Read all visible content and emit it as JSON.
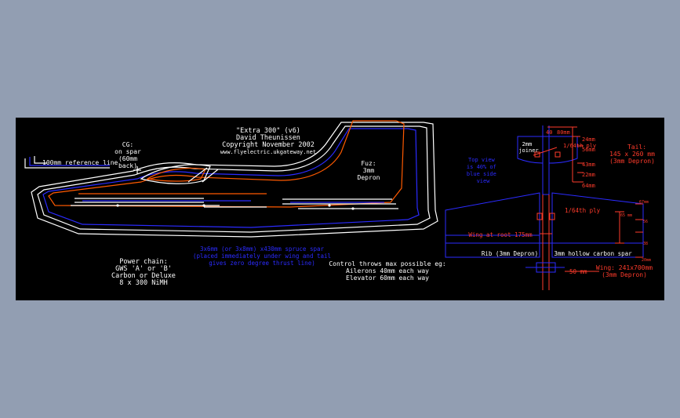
{
  "colors": {
    "background": "#929eb2",
    "drawing_bg": "#000000",
    "white": "#ffffff",
    "blue": "#2b2bff",
    "red": "#ff3b2b",
    "orange": "#ff5a00"
  },
  "title": {
    "line1": "\"Extra 300\" (v6)",
    "line2": "David Theunissen",
    "line3": "Copyright November 2002",
    "line4": "www.flyelectric.ukgateway.net"
  },
  "cg": {
    "line1": "CG:",
    "line2": "on spar",
    "line3": "(60mm",
    "line4": "back)"
  },
  "reference_line": "100mm reference line",
  "fuz": {
    "line1": "Fuz:",
    "line2": "3mm",
    "line3": "Depron"
  },
  "power": {
    "line1": "Power chain:",
    "line2": "GWS 'A' or 'B'",
    "line3": "Carbon or Deluxe",
    "line4": "8 x 300 NiMH"
  },
  "spar_note": {
    "line1": "3x6mm (or 3x8mm) x430mm spruce spar",
    "line2": "(placed immediately under wing and tail",
    "line3": "gives zero degree thrust line)"
  },
  "throws": {
    "line1": "Control throws max possible eg:",
    "line2": "Ailerons 40mm each way",
    "line3": "Elevator 60mm each way"
  },
  "tail": {
    "top_view": "Top view is 40% of blue side view",
    "dims": [
      "40",
      "80mm",
      "24mm",
      "56mm",
      "43mm",
      "22mm",
      "64mm"
    ],
    "joiner": "2mm joiner",
    "ply": "1/64th ply",
    "label": "Tail:",
    "size": "145 x 260 mm",
    "material": "(3mm Depron)"
  },
  "wing": {
    "ply": "1/64th ply",
    "root": "Wing at root 175mm",
    "rib": "Rib (3mm Depron)",
    "spar": "3mm hollow carbon spar",
    "dims": [
      "67mm",
      "65 mm",
      "56",
      "38",
      "20mm",
      "50 mm"
    ],
    "label": "Wing: 241x700mm",
    "material": "(3mm Depron)"
  }
}
